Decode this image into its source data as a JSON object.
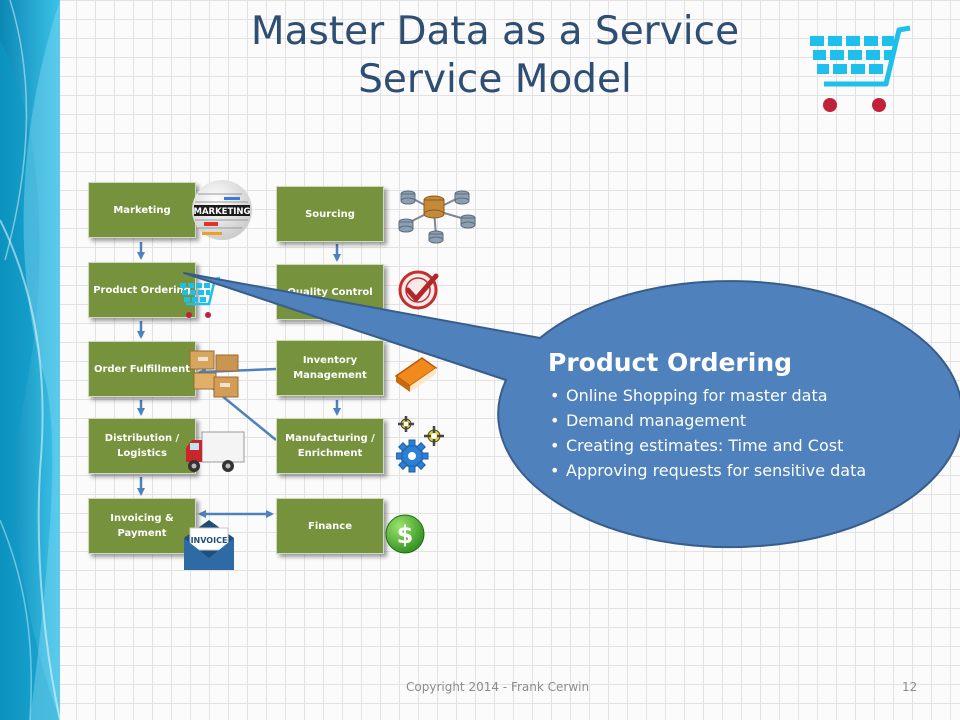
{
  "title": {
    "line1": "Master Data as a Service",
    "line2": "Service Model"
  },
  "boxes": {
    "marketing": "Marketing",
    "product_ordering": "Product Ordering",
    "order_fulfillment": "Order Fulfillment",
    "distribution_logistics": "Distribution / Logistics",
    "invoicing_payment": "Invoicing & Payment",
    "sourcing": "Sourcing",
    "quality_control": "Quality Control",
    "inventory_management": "Inventory Management",
    "manufacturing_enrichment": "Manufacturing / Enrichment",
    "finance": "Finance"
  },
  "icons": {
    "marketing_globe_text": "MARKETING",
    "invoice_text": "INVOICE",
    "finance_symbol": "$",
    "quality_stamp": "check-stamp"
  },
  "callout": {
    "title": "Product Ordering",
    "items": [
      "Online Shopping for master data",
      "Demand management",
      "Creating estimates:  Time and Cost",
      "Approving requests for sensitive data"
    ]
  },
  "footer": {
    "copyright": "Copyright 2014 - Frank Cerwin",
    "page_number": "12"
  },
  "colors": {
    "box_green": "#76923c",
    "callout_blue": "#4f81bd",
    "title_blue": "#2e4f73",
    "cart_cyan": "#1ebfea",
    "cart_wheel": "#c0223b",
    "sidebar_teal": "#1aa3cf"
  }
}
